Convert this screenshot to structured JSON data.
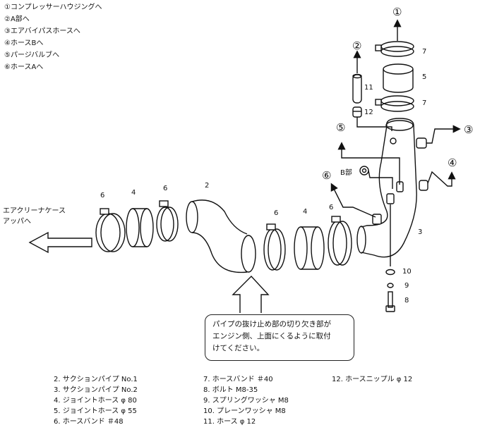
{
  "destinations": [
    "①コンプレッサーハウジングへ",
    "②A部へ",
    "③エアバイパスホースへ",
    "④ホースBへ",
    "⑤パージバルブへ",
    "⑥ホースAへ"
  ],
  "callouts": {
    "c1": "①",
    "c2": "②",
    "c3": "③",
    "c4": "④",
    "c5": "⑤",
    "c6": "⑥"
  },
  "part_numbers": {
    "p7_top": "7",
    "p5": "5",
    "p7_mid": "7",
    "p11": "11",
    "p12": "12",
    "p3": "3",
    "p10": "10",
    "p9": "9",
    "p8": "8",
    "p6_a": "6",
    "p4_a": "4",
    "p6_b": "6",
    "p2": "2",
    "p6_c": "6",
    "p4_b": "4",
    "p6_d": "6"
  },
  "b_label": "B部",
  "air_cleaner_label": [
    "エアクリーナケース",
    "アッパへ"
  ],
  "note_lines": [
    "パイプの抜け止め部の切り欠き部が",
    "エンジン側、上面にくるように取付",
    "けてください。"
  ],
  "parts_list": {
    "col1": [
      "2. サクションパイプ No.1",
      "3. サクションパイプ No.2",
      "4. ジョイントホース φ 80",
      "5. ジョイントホース φ 55",
      "6. ホースバンド ＃48"
    ],
    "col2": [
      "7. ホースバンド ＃40",
      "8. ボルト M8-35",
      "9. スプリングワッシャ M8",
      "10. プレーンワッシャ M8",
      "11. ホース φ 12"
    ],
    "col3": [
      "12. ホースニップル φ 12"
    ]
  }
}
